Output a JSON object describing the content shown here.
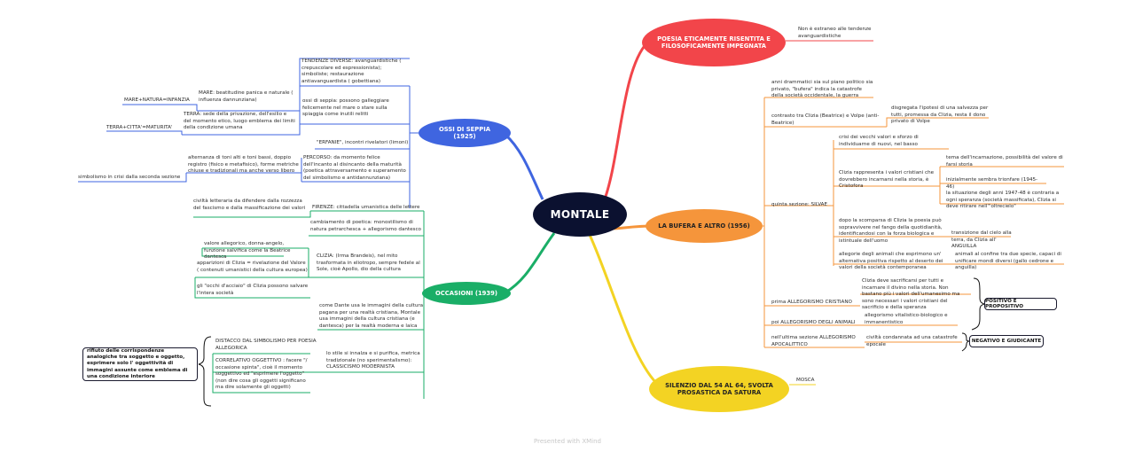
{
  "central": "MONTALE",
  "branches": {
    "poesia": {
      "title": "POESIA ETICAMENTE RISENTITA E FILOSOFICAMENTE IMPEGNATA",
      "note": "Non è estraneo alle tendenze avanguardistiche"
    },
    "bufera": {
      "title": "LA BUFERA E ALTRO (1956)",
      "items": [
        "anni drammatici sia sul piano politico sia privato, \"bufera\" indica la catastrofe della società occidentale, la guerra",
        "contrasto tra Clizia (Beatrice) e Volpe (anti-Beatrice)",
        "disgregata l'ipotesi di una salvezza per tutti, promessa da Clizia, resta il dono privato di Volpe",
        "quinta sezione: SILVAE",
        "crisi dei vecchi valori e sforzo di individuarne di nuovi, nel basso",
        "Clizia rappresenta i valori cristiani che dovrebbero incarnarsi nella storia, è Cristofora",
        "tema dell'incarnazione, possibilità del valore di farsi storia",
        "inizialmente sembra trionfare (1945-46)",
        "la situazione degli anni 1947-48 è contraria a ogni speranza (società massificata), Clizia si deve ritirare nell'\"oltrecielo\"",
        "dopo la scomparsa di Clizia la poesia può sopravvivere nel fango della quotidianità, identificandosi con la forza biologica e istintuale dell'uomo",
        "transizione dal cielo alla terra, da Clizia all' ANGUILLA",
        "allegorie degli animali che esprimono un' alternativa positiva rispetto al deserto dei valori della società contemporanea",
        "animali al confine tra due specie, capaci di unificare mondi diversi (gallo cedrone e anguilla)",
        "prima ALLEGORISMO CRISTIANO",
        "Clizia deve sacrificarsi per tutti e incarnare il divino nella storia. Non bastano più i valori dell'umanesimo ma sono necessari i valori cristiani del sacrificio e della speranza",
        "poi ALLEGORISMO DEGLI ANIMALI",
        "allegorismo vitalistico-biologico e immanentistico",
        "nell'ultima sezione ALLEGORISMO APOCALITTICO",
        "civiltà condannata ad una catastrofe epocale"
      ],
      "positivo": "POSITIVO E PROPOSITIVO",
      "negativo": "NEGATIVO E GIUDICANTE"
    },
    "silenzio": {
      "title": "SILENZIO DAL 54 AL 64, SVOLTA PROSASTICA DA SATURA",
      "note": "MOSCA"
    },
    "ossi": {
      "title": "OSSI DI SEPPIA (1925)",
      "items": [
        "TENDENZE DIVERSE: avanguardistiche ( crepuscolare ed espressionista); simboliste; restaurazione antiavanguardista ( gobettiana)",
        "MARE: beatitudine panica e naturale ( influenza dannunziana)",
        "MARE+NATURA=INFANZIA",
        "ossi di seppia: possono galleggiare felicemente nel mare o stare sulla spiaggia come inutili relitti",
        "TERRA: sede della privazione, dell'esilio e del momento etico, luogo emblema dei limiti della condizione umana",
        "TERRA+CITTA'=MATURITA'",
        "\"ERFANIE\", incontri rivelatori (limoni)",
        "alternanza di toni alti e toni bassi, doppio registro (fisico e metafisico), forme metriche chiuse e tradizionali ma anche verso libero",
        "PERCORSO: da momento felice dell'incanto al disincanto della maturità (poetica attraversamento e superamento del simbolismo e antidannunziana)",
        "simbolismo in crisi dalla seconda sezione"
      ]
    },
    "occasioni": {
      "title": "OCCASIONI (1939)",
      "items": [
        "civiltà letteraria da difendere dalla rozzezza del fascismo e dalla massificazione dei valori",
        "FIRENZE: cittadella umanistica delle lettere",
        "cambiamento di poetica: monostilismo di natura petrarchesca + allegorismo dantesco",
        "valore allegorico, donna-angelo, funzione salvifica come la Beatrice dantesca",
        "apparizioni di Clizia = rivelazione del Valore ( contenuti umanistici della cultura europea)",
        "CLIZIA: (Irma Brandeis), nel mito trasformata in eliotropo, sempre fedele al Sole, cioè Apollo, dio della cultura",
        "gli \"occhi d'acciaio\" di Clizia possono salvare l'intera società",
        "come Dante usa le immagini della cultura pagana per una realtà cristiana, Montale usa immagini della cultura cristiana (e dantesca) per la realtà moderna e laica",
        "DISTACCO DAL SIMBOLISMO PER POESIA ALLEGORICA",
        "lo stile si innalza e si purifica, metrica tradizionale (no sperimentalismo): CLASSICISMO MODERNISTA",
        "CORRELATIVO OGGETTIVO : facere \"/ occasione spinta\", cioè il momento soggettivo ed \"esprimere l'oggetto\" (non dire cosa gli oggetti significano ma dire solamente gli oggetti)"
      ],
      "rifiuto": "rifiuto delle corrispondenze analogiche tra soggetto e oggetto, esprimere solo l' oggettività di immagini assunte come emblema di una condizione interiore"
    }
  },
  "colors": {
    "central": "#0b1130",
    "poesia": "#f2454a",
    "bufera": "#f5953b",
    "silenzio": "#f3d323",
    "ossi": "#3f65e0",
    "occasioni": "#1aae67"
  },
  "footer": "Presented with XMind"
}
